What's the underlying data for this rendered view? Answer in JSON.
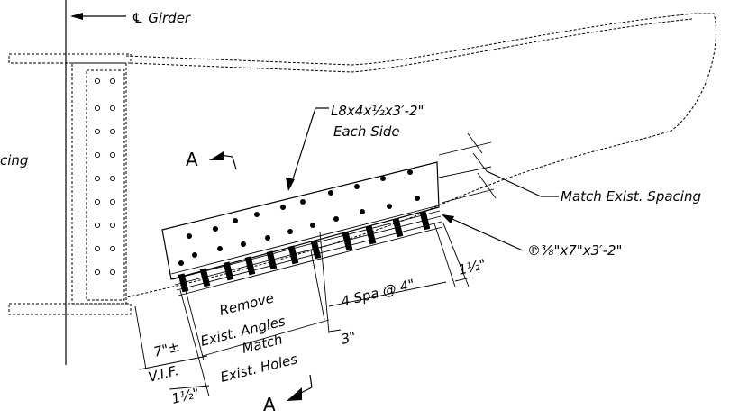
{
  "labels": {
    "cl_girder": "℄ Girder",
    "angle": "L8x4x½x3′-2\"",
    "each_side": "Each Side",
    "match_spacing": "Match Exist. Spacing",
    "plate": "℗³⁄₈\"x7\"x3′-2\"",
    "remove": "Remove",
    "exist_angles": "Exist. Angles",
    "match": "Match",
    "exist_holes": "Exist. Holes",
    "spa": "4 Spa @ 4\"",
    "one_half_right": "1½\"",
    "three_in": "3\"",
    "seven_in": "7\"±",
    "vif": "V.I.F.",
    "one_half_left": "1½\"",
    "section_a_top": "A",
    "section_a_bottom": "A",
    "spacing_cut": "cing"
  }
}
